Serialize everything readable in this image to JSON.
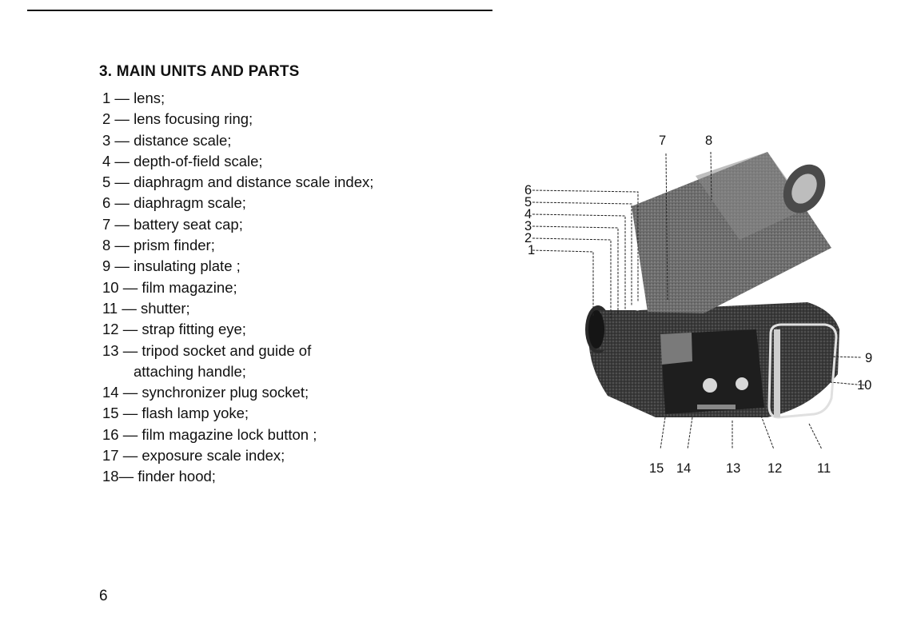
{
  "section_title": "3. MAIN UNITS AND PARTS",
  "parts": [
    {
      "line": "1 — lens;"
    },
    {
      "line": "2 — lens focusing ring;"
    },
    {
      "line": "3 — distance scale;"
    },
    {
      "line": "4 — depth-of-field scale;"
    },
    {
      "line": "5 — diaphragm and distance scale index;"
    },
    {
      "line": "6 — diaphragm scale;"
    },
    {
      "line": "7 — battery seat cap;"
    },
    {
      "line": "8 — prism finder;"
    },
    {
      "line": "9 — insulating plate ;"
    },
    {
      "line": "10 — film magazine;"
    },
    {
      "line": "11 — shutter;"
    },
    {
      "line": "12 — strap fitting eye;"
    },
    {
      "line": "13 — tripod socket and guide of",
      "continuation": "attaching handle;"
    },
    {
      "line": "14 — synchronizer plug socket;"
    },
    {
      "line": "15 — flash lamp  yoke;"
    },
    {
      "line": "16 — film magazine lock button ;"
    },
    {
      "line": "17 — exposure scale index;"
    },
    {
      "line": "18— finder hood;"
    }
  ],
  "figure": {
    "callouts": [
      "1",
      "2",
      "3",
      "4",
      "5",
      "6",
      "7",
      "8",
      "9",
      "10",
      "11",
      "12",
      "13",
      "14",
      "15"
    ]
  },
  "page_number": "6"
}
